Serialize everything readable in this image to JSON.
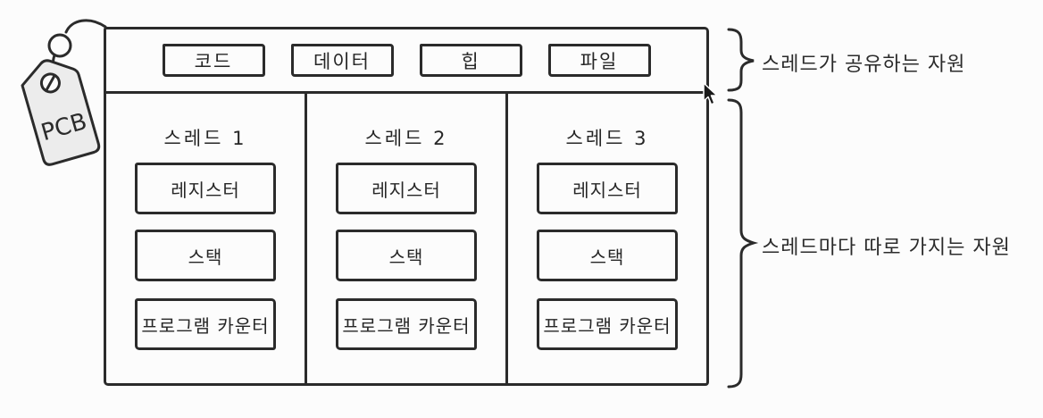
{
  "pcb_tag": {
    "label": "PCB"
  },
  "shared": {
    "items": [
      "코드",
      "데이터",
      "힙",
      "파일"
    ]
  },
  "threads": [
    {
      "title": "스레드 1",
      "boxes": [
        "레지스터",
        "스택",
        "프로그램 카운터"
      ]
    },
    {
      "title": "스레드 2",
      "boxes": [
        "레지스터",
        "스택",
        "프로그램 카운터"
      ]
    },
    {
      "title": "스레드 3",
      "boxes": [
        "레지스터",
        "스택",
        "프로그램 카운터"
      ]
    }
  ],
  "annotations": {
    "shared_label": "스레드가 공유하는 자원",
    "per_thread_label": "스레드마다 따로 가지는 자원"
  },
  "colors": {
    "stroke": "#2b2b2b",
    "background": "#fcfcfc",
    "tag_fill": "#ececec"
  }
}
